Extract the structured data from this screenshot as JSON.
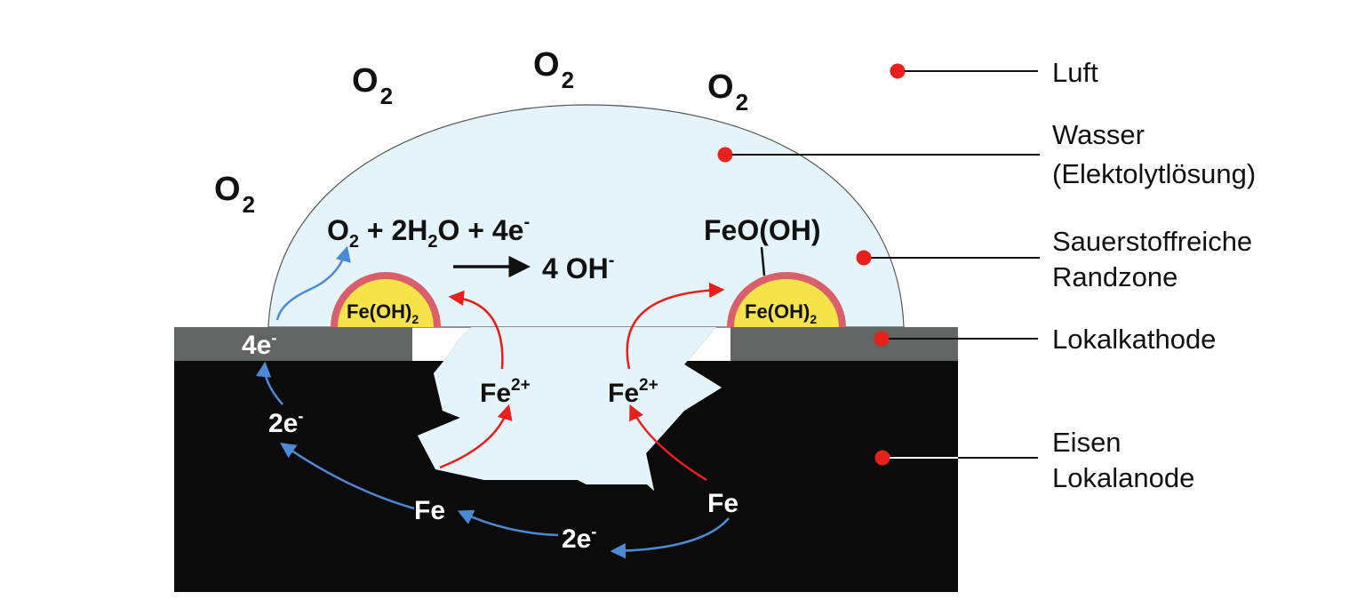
{
  "colors": {
    "water": "#e4f4fa",
    "iron": "#0b0b0b",
    "cathode": "#626564",
    "rust_yellow": "#f5e34a",
    "rust_ring": "#d9606a",
    "red": "#e8201c",
    "blue": "#4c8ad6",
    "dot": "#e8201c"
  },
  "oxygen": {
    "base": "O",
    "sub": "2"
  },
  "reaction": {
    "line1": {
      "o": "O",
      "o_sub": "2",
      "mid": " + 2H",
      "h_sub": "2",
      "end": "O + 4e",
      "e_sup": "-"
    },
    "line2": {
      "text": "4 OH",
      "sup": "-"
    }
  },
  "product": {
    "base": "Fe(OH)",
    "sub": "2"
  },
  "feooh": "FeO(OH)",
  "ions": {
    "fe": "Fe",
    "charge": "2+"
  },
  "metal": "Fe",
  "electrons": {
    "four": {
      "base": "4e",
      "sup": "-"
    },
    "two": {
      "base": "2e",
      "sup": "-"
    }
  },
  "legend": {
    "luft": "Luft",
    "wasser_1": "Wasser",
    "wasser_2": "(Elektolytlösung)",
    "rand_1": "Sauerstoffreiche",
    "rand_2": "Randzone",
    "kathode": "Lokalkathode",
    "eisen_1": "Eisen",
    "eisen_2": "Lokalanode"
  }
}
